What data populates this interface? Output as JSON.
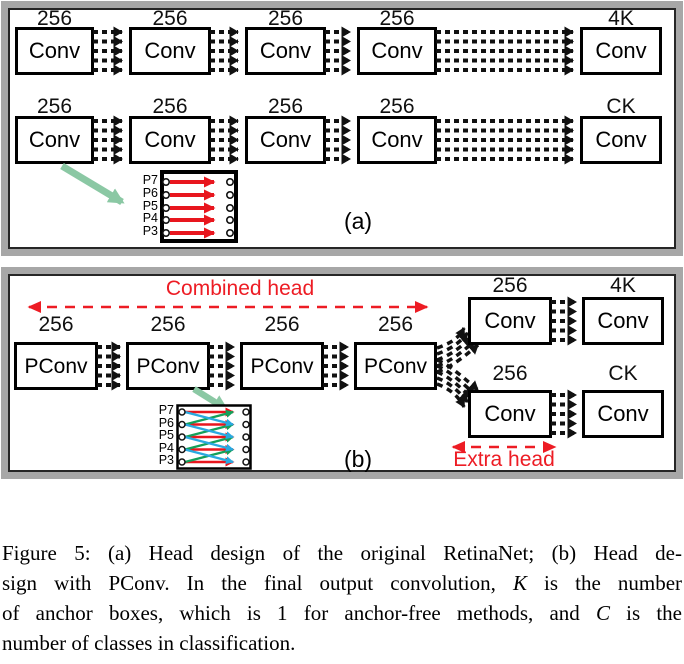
{
  "panel_a": {
    "tag": "(a)",
    "row1_labels": [
      "256",
      "256",
      "256",
      "256",
      "4K"
    ],
    "row1_boxes": [
      "Conv",
      "Conv",
      "Conv",
      "Conv",
      "Conv"
    ],
    "row2_labels": [
      "256",
      "256",
      "256",
      "256",
      "CK"
    ],
    "row2_boxes": [
      "Conv",
      "Conv",
      "Conv",
      "Conv",
      "Conv"
    ],
    "inset_levels": [
      "P7",
      "P6",
      "P5",
      "P4",
      "P3"
    ]
  },
  "panel_b": {
    "tag": "(b)",
    "combined_head_label": "Combined head",
    "extra_head_label": "Extra head",
    "pconv_labels": [
      "256",
      "256",
      "256",
      "256"
    ],
    "pconv_boxes": [
      "PConv",
      "PConv",
      "PConv",
      "PConv"
    ],
    "top_branch_labels": [
      "256",
      "4K"
    ],
    "top_branch_boxes": [
      "Conv",
      "Conv"
    ],
    "bottom_branch_labels": [
      "256",
      "CK"
    ],
    "bottom_branch_boxes": [
      "Conv",
      "Conv"
    ],
    "inset_levels": [
      "P7",
      "P6",
      "P5",
      "P4",
      "P3"
    ]
  },
  "caption": {
    "line1": "Figure 5: (a) Head design of the original RetinaNet; (b) Head de-",
    "line2_pre": "sign with PConv. In the final output convolution, ",
    "line2_math": "K",
    "line2_post": " is the number",
    "line3_pre": "of anchor boxes, which is 1 for anchor-free methods, and ",
    "line3_math": "C",
    "line3_post": " is the",
    "line4": "number of classes in classification."
  },
  "colors": {
    "accent_red": "#ed1c24",
    "pointer_green": "#8bc8a4",
    "inset_green": "#14a05a",
    "inset_cyan": "#2aa9e0",
    "inset_red": "#e8161e",
    "frame_gray": "#a7a7a7",
    "line_black": "#111111"
  }
}
